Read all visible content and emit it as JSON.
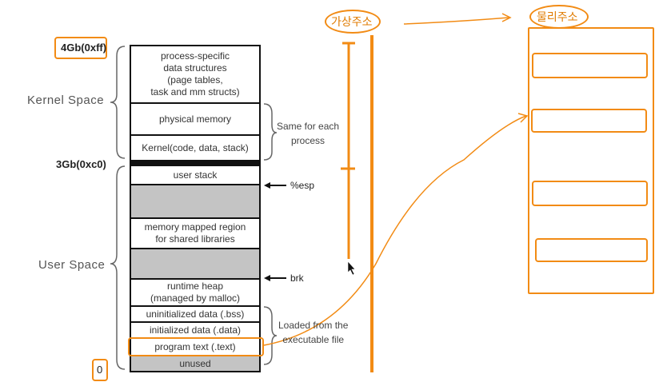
{
  "addresses": {
    "top": "4Gb(0xff)",
    "kernel_boundary": "3Gb(0xc0)",
    "bottom": "0"
  },
  "regions": {
    "kernel": "Kernel Space",
    "user": "User Space"
  },
  "segments": {
    "process_specific": [
      "process-specific",
      "data structures",
      "(page tables,",
      "task and mm structs)"
    ],
    "physical_memory": "physical memory",
    "kernel_code": "Kernel(code, data, stack)",
    "user_stack": "user stack",
    "mmap": [
      "memory mapped region",
      "for shared libraries"
    ],
    "heap": [
      "runtime heap",
      "(managed by malloc)"
    ],
    "bss": "uninitialized data (.bss)",
    "data": "initialized data (.data)",
    "text": "program text (.text)",
    "unused": "unused"
  },
  "notes": {
    "same_for_each": [
      "Same for each",
      "process"
    ],
    "loaded_from": [
      "Loaded from the",
      "executable file"
    ]
  },
  "pointers": {
    "esp": "%esp",
    "brk": "brk"
  },
  "handwritten": {
    "virtual_address": "가상주소",
    "physical_address": "물리주소"
  },
  "colors": {
    "annotation": "#f28b14",
    "stack_border": "#111111",
    "gray_fill": "#c4c4c4"
  }
}
